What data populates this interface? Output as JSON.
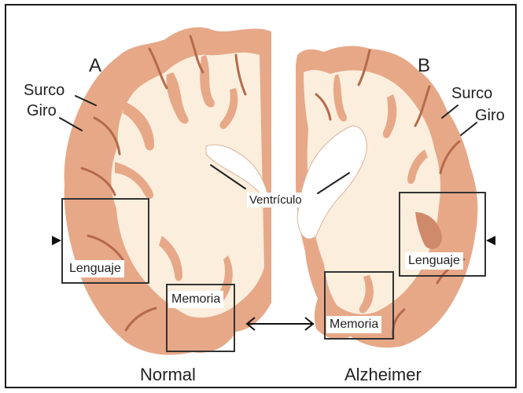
{
  "panels": {
    "left": {
      "letter": "A",
      "sulcus": "Surco",
      "gyrus": "Giro",
      "caption": "Normal"
    },
    "right": {
      "letter": "B",
      "sulcus": "Surco",
      "gyrus": "Giro",
      "caption": "Alzheimer"
    }
  },
  "regions": {
    "ventricle": "Ventrículo",
    "language_left": "Lenguaje",
    "language_right": "Lenguaje",
    "memory_left": "Memoria",
    "memory_right": "Memoria"
  },
  "colors": {
    "cortex": "#e7a888",
    "cortex_dark": "#cf8a6a",
    "white_matter": "#fbeedd",
    "sulcus_line": "#b56a4c",
    "outline": "#333333"
  }
}
